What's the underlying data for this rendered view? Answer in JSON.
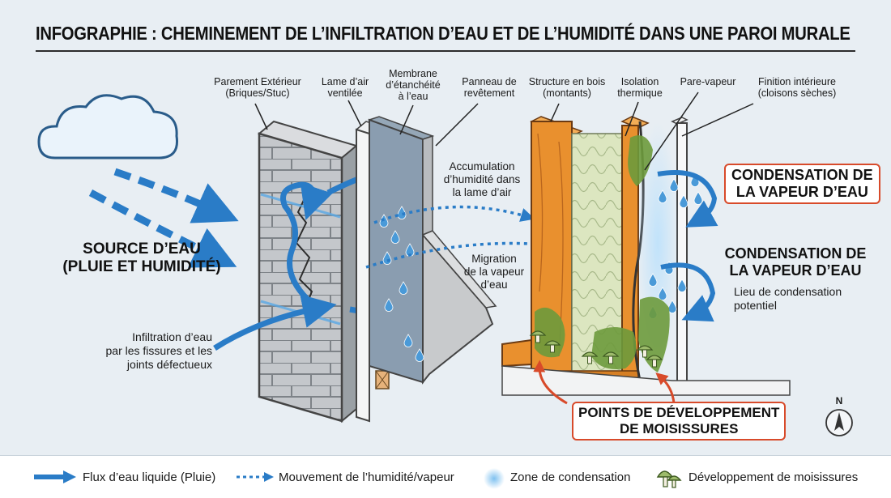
{
  "title": "INFOGRAPHIE : CHEMINEMENT DE L’INFILTRATION D’EAU ET DE L’HUMIDITÉ DANS UNE PAROI MURALE",
  "layers": {
    "parement": [
      "Parement Extérieur",
      "(Briques/Stuc)"
    ],
    "lame_air": [
      "Lame d’air",
      "ventilée"
    ],
    "membrane": [
      "Membrane",
      "d’étanchéité",
      "à l’eau"
    ],
    "panneau": [
      "Panneau de",
      "revêtement"
    ],
    "structure": [
      "Structure en bois",
      "(montants)"
    ],
    "isolation": [
      "Isolation",
      "thermique"
    ],
    "pare_vapeur": [
      "Pare-vapeur"
    ],
    "finition": [
      "Finition intérieure",
      "(cloisons sèches)"
    ]
  },
  "annotations": {
    "source": [
      "SOURCE D’EAU",
      "(PLUIE ET HUMIDITÉ)"
    ],
    "infiltration": [
      "Infiltration d’eau",
      "par les fissures et les",
      "joints défectueux"
    ],
    "accumulation": [
      "Accumulation",
      "d’humidité dans",
      "la lame d’air"
    ],
    "migration": [
      "Migration",
      "de la vapeur",
      "d’eau"
    ],
    "condensation_1": [
      "CONDENSATION DE",
      "LA VAPEUR D’EAU"
    ],
    "condensation_2": [
      "CONDENSATION DE",
      "LA VAPEUR D’EAU"
    ],
    "lieu": [
      "Lieu de condensation",
      "potentiel"
    ],
    "moisissures": [
      "POINTS DE DÉVELOPPEMENT",
      "DE MOISISSURES"
    ]
  },
  "compass": "N",
  "legend": {
    "liquid": "Flux d’eau liquide (Pluie)",
    "vapor": "Mouvement de l’humidité/vapeur",
    "condensation": "Zone de condensation",
    "mold": "Développement de moisissures"
  },
  "colors": {
    "water_blue": "#2a7cc7",
    "brick_gray": "#b9bcc0",
    "wood_orange": "#e9902e",
    "insulation_green": "#d6e3b8",
    "mold_green": "#6d9a3c",
    "highlight_red": "#d84a2a"
  },
  "icons": [
    "cloud-icon",
    "compass-icon",
    "mushroom-icon",
    "water-drop-icon"
  ]
}
